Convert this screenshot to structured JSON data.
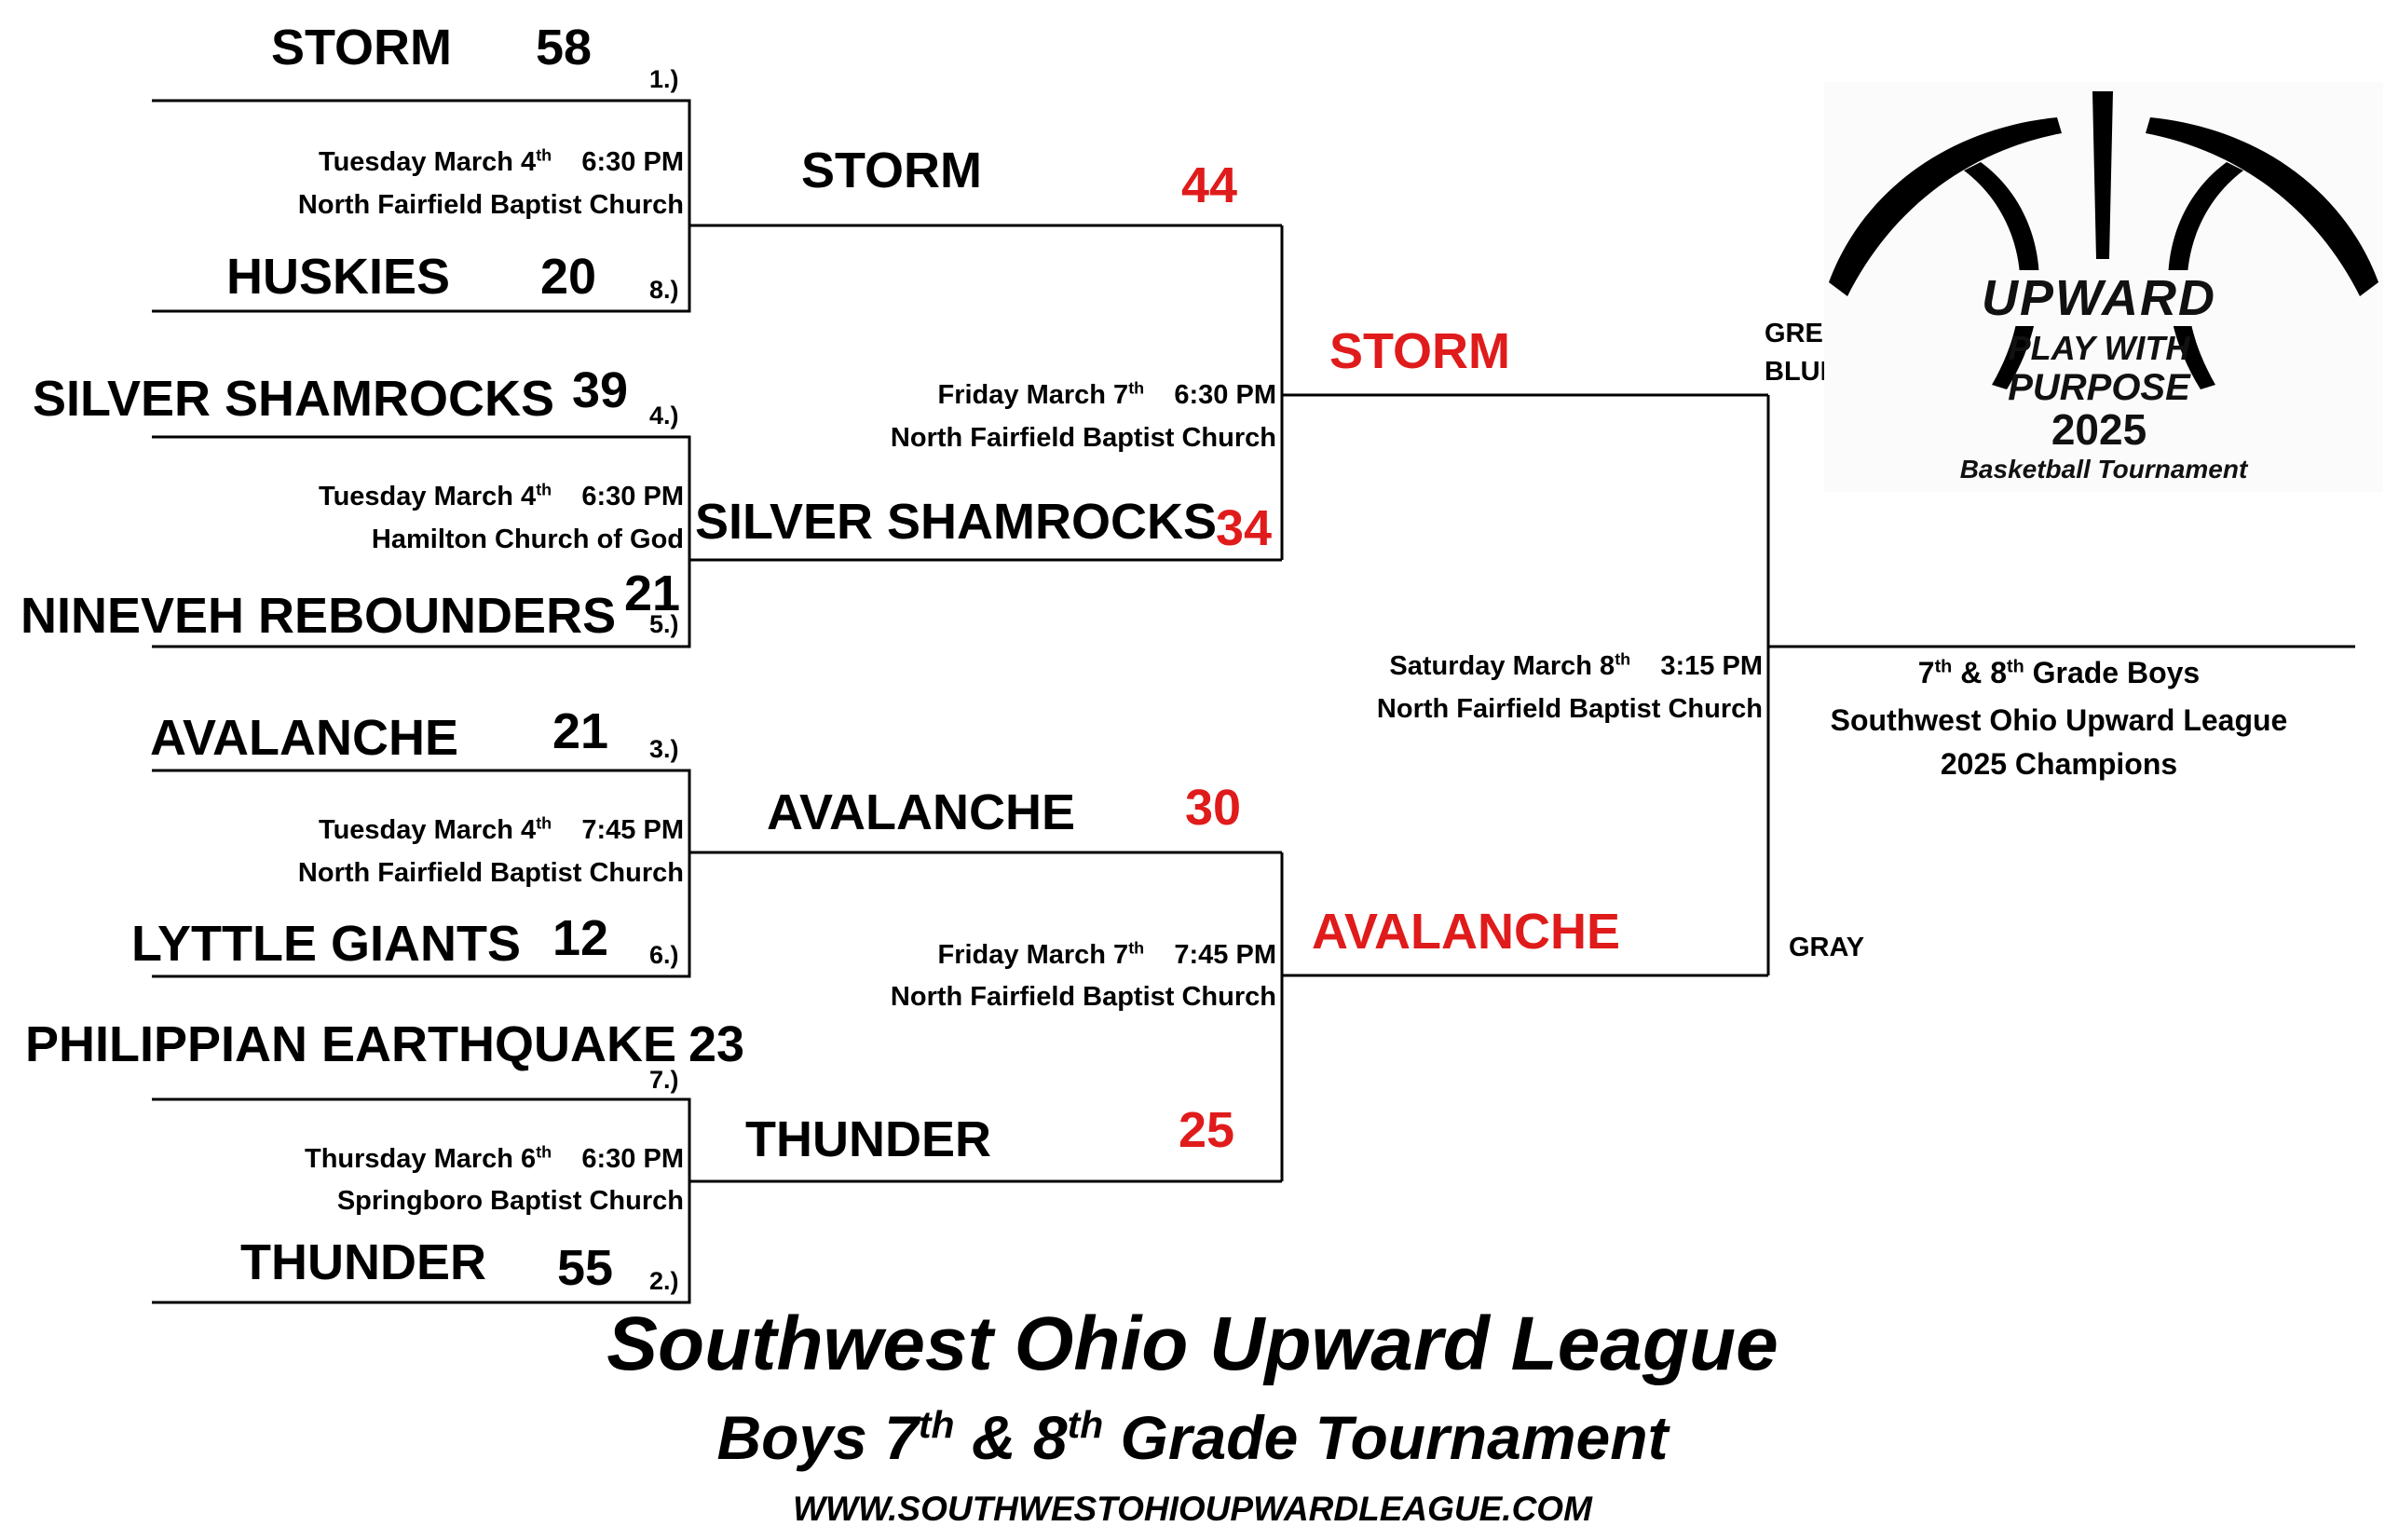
{
  "colors": {
    "accent": "#e01b1b",
    "ink": "#000000"
  },
  "round1": {
    "game1": {
      "top_team": "STORM",
      "top_score": "58",
      "top_seed": "1.)",
      "date": "Tuesday March 4",
      "date_sup": "th",
      "time": "6:30 PM",
      "venue": "North Fairfield Baptist Church",
      "bottom_team": "HUSKIES",
      "bottom_score": "20",
      "bottom_seed": "8.)"
    },
    "game2": {
      "top_team": "SILVER SHAMROCKS",
      "top_score": "39",
      "top_seed": "4.)",
      "date": "Tuesday March 4",
      "date_sup": "th",
      "time": "6:30 PM",
      "venue": "Hamilton Church of God",
      "bottom_team": "NINEVEH REBOUNDERS",
      "bottom_score": "21",
      "bottom_seed": "5.)"
    },
    "game3": {
      "top_team": "AVALANCHE",
      "top_score": "21",
      "top_seed": "3.)",
      "date": "Tuesday March 4",
      "date_sup": "th",
      "time": "7:45 PM",
      "venue": "North Fairfield Baptist Church",
      "bottom_team": "LYTTLE GIANTS",
      "bottom_score": "12",
      "bottom_seed": "6.)"
    },
    "game4": {
      "top_team": "PHILIPPIAN EARTHQUAKE",
      "top_score": "23",
      "top_seed": "7.)",
      "date": "Thursday March 6",
      "date_sup": "th",
      "time": "6:30 PM",
      "venue": "Springboro Baptist Church",
      "bottom_team": "THUNDER",
      "bottom_score": "55",
      "bottom_seed": "2.)"
    }
  },
  "semifinals": {
    "game1": {
      "top_team": "STORM",
      "top_score": "44",
      "date": "Friday March 7",
      "date_sup": "th",
      "time": "6:30 PM",
      "venue": "North Fairfield Baptist Church",
      "bottom_team": "SILVER SHAMROCKS",
      "bottom_score": "34"
    },
    "game2": {
      "top_team": "AVALANCHE",
      "top_score": "30",
      "date": "Friday March 7",
      "date_sup": "th",
      "time": "7:45 PM",
      "venue": "North Fairfield Baptist Church",
      "bottom_team": "THUNDER",
      "bottom_score": "25"
    }
  },
  "final": {
    "top_team": "STORM",
    "top_jersey": "GREEN /",
    "top_jersey_2": "BLUE",
    "bottom_team": "AVALANCHE",
    "bottom_jersey": "GRAY",
    "date": "Saturday March 8",
    "date_sup": "th",
    "time": "3:15 PM",
    "venue": "North Fairfield Baptist Church"
  },
  "champion": {
    "line1_a": "7",
    "line1_sup_a": "th",
    "line1_b": " & 8",
    "line1_sup_b": "th",
    "line1_c": " Grade Boys",
    "line2": "Southwest Ohio Upward League",
    "line3": "2025 Champions"
  },
  "logo": {
    "brand": "UPWARD",
    "line1": "PLAY WITH",
    "line2": "PURPOSE",
    "year": "2025",
    "caption": "Basketball Tournament"
  },
  "footer": {
    "title": "Southwest Ohio Upward League",
    "sub_a": "Boys 7",
    "sub_sup_a": "th",
    "sub_b": " & 8",
    "sub_sup_b": "th",
    "sub_c": " Grade Tournament",
    "url": "WWW.SOUTHWESTOHIOUPWARDLEAGUE.COM"
  }
}
